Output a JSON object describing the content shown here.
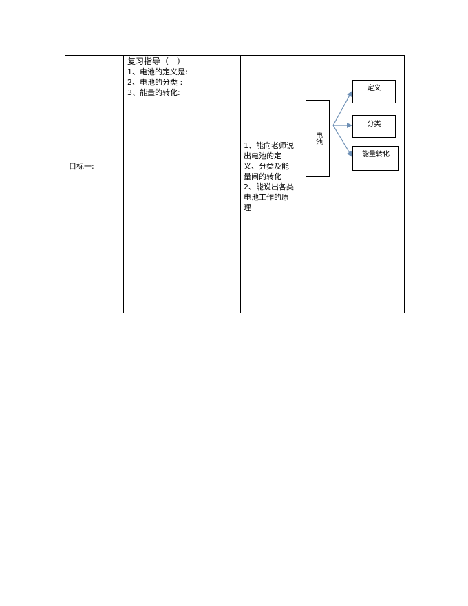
{
  "table": {
    "goal_label": "目标一:",
    "guide": {
      "title": "复习指导（一）",
      "items": [
        "1、电池的定义是:",
        "2、电池的分类 :",
        "3、能量的转化:"
      ]
    },
    "requirements": [
      "1、能向老师说出电池的定义、分类及能量间的转化",
      "2、能说出各类电池工作的原理"
    ],
    "diagram": {
      "root": "电池",
      "branches": [
        "定义",
        "分类",
        "能量转化"
      ]
    }
  },
  "colors": {
    "arrow": "#6d8fb5",
    "border": "#000000"
  }
}
